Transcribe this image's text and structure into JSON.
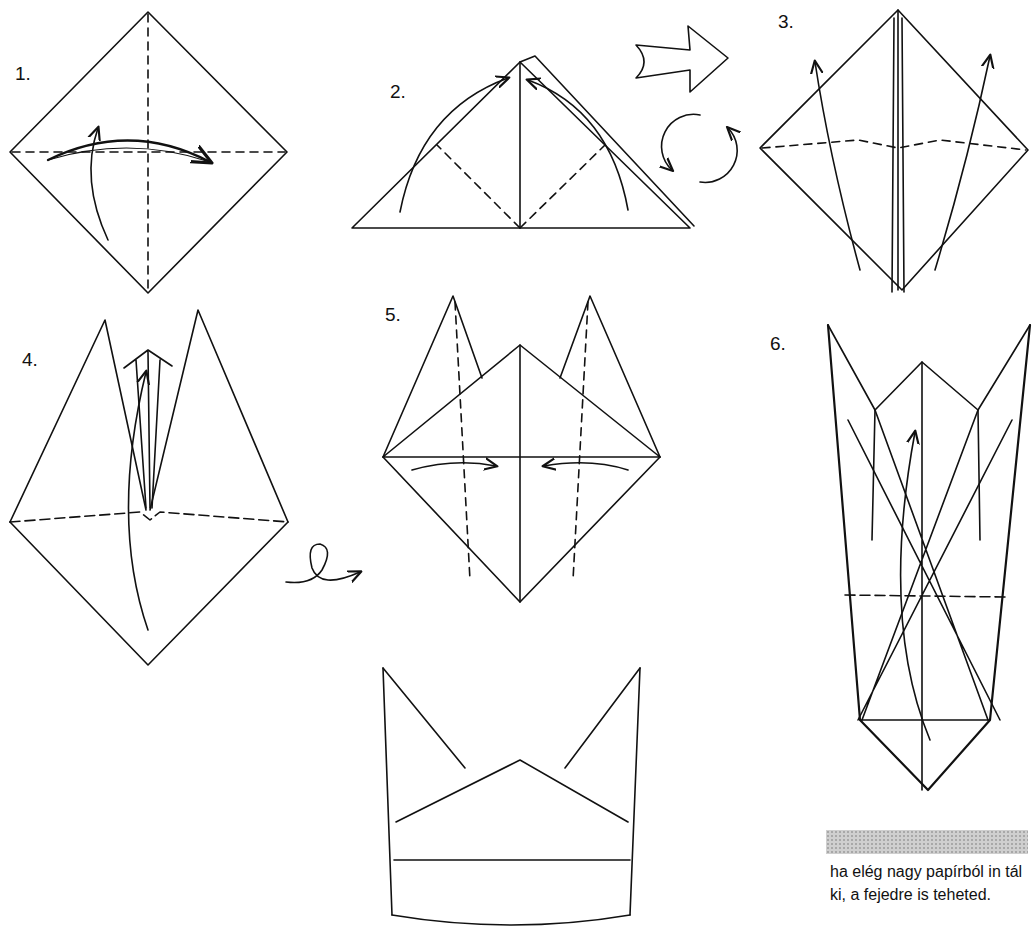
{
  "diagram": {
    "nodes": [
      {
        "text": [
          "ha elég nagy papírból in tál ki, a fejedre is teheted."
        ]
      }
    ],
    "labels": [
      "1.",
      "2.",
      "3.",
      "4.",
      "5.",
      "6."
    ]
  }
}
